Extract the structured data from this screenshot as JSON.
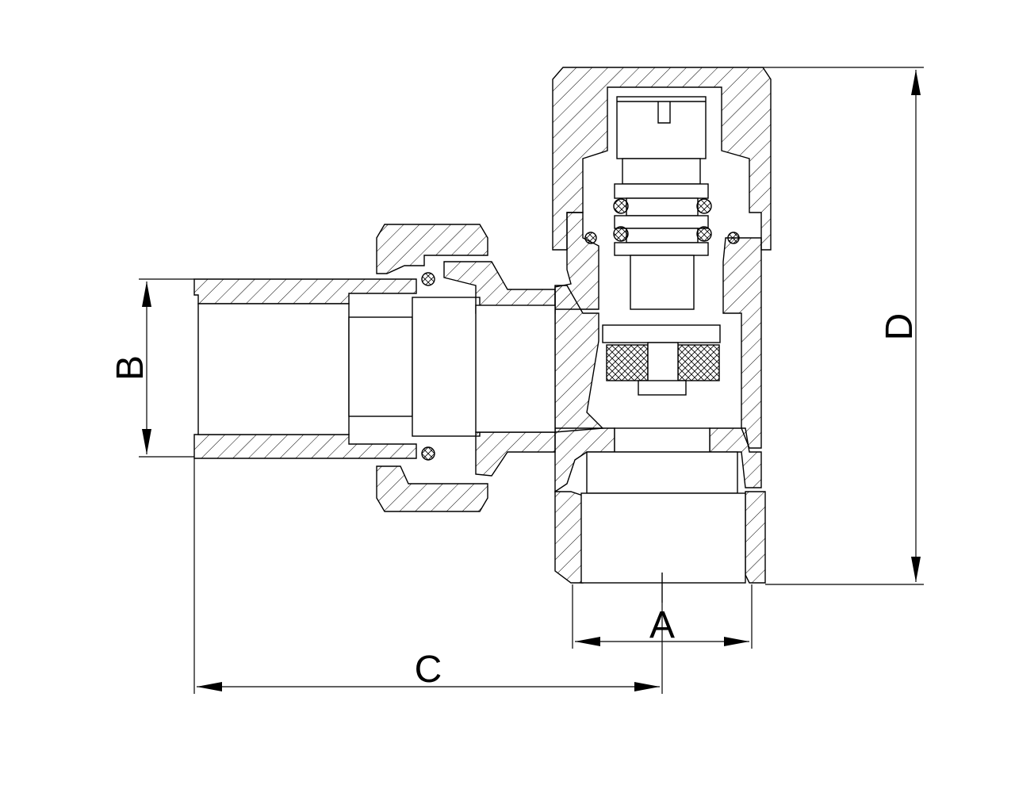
{
  "drawing": {
    "dimensions": [
      {
        "id": "A",
        "label": "A"
      },
      {
        "id": "B",
        "label": "B"
      },
      {
        "id": "C",
        "label": "C"
      },
      {
        "id": "D",
        "label": "D"
      }
    ]
  }
}
